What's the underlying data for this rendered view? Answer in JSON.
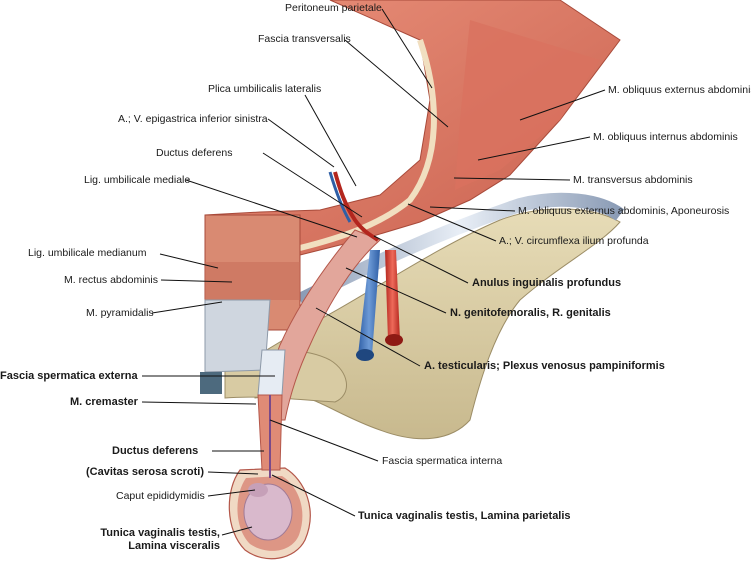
{
  "labels": {
    "peritoneum_parietale": "Peritoneum parietale",
    "fascia_transversalis": "Fascia transversalis",
    "plica_umbilicalis_lateralis": "Plica umbilicalis lateralis",
    "epigastrica_inferior": "A.; V. epigastrica inferior sinistra",
    "ductus_deferens_upper": "Ductus deferens",
    "lig_umbilicale_mediale": "Lig. umbilicale mediale",
    "lig_umbilicale_medianum": "Lig. umbilicale medianum",
    "m_rectus_abdominis": "M. rectus abdominis",
    "m_pyramidalis": "M. pyramidalis",
    "fascia_spermatica_externa": "Fascia spermatica externa",
    "m_cremaster": "M. cremaster",
    "ductus_deferens_lower": "Ductus deferens",
    "cavitas_serosa_scroti": "(Cavitas serosa scroti)",
    "caput_epididymidis": "Caput epididymidis",
    "tunica_visceralis_1": "Tunica vaginalis testis,",
    "tunica_visceralis_2": "Lamina visceralis",
    "m_obliquus_externus": "M. obliquus externus abdominis",
    "m_obliquus_internus": "M. obliquus internus abdominis",
    "m_transversus": "M. transversus abdominis",
    "obliquus_aponeurosis": "M. obliquus externus abdominis, Aponeurosis",
    "circumflexa_ilium": "A.; V. circumflexa ilium profunda",
    "anulus_inguinalis": "Anulus inguinalis profundus",
    "n_genitofemoralis": "N. genitofemoralis, R. genitalis",
    "a_testicularis": "A. testicularis; Plexus venosus pampiniformis",
    "fascia_spermatica_interna": "Fascia spermatica interna",
    "tunica_parietalis": "Tunica vaginalis testis, Lamina parietalis"
  }
}
